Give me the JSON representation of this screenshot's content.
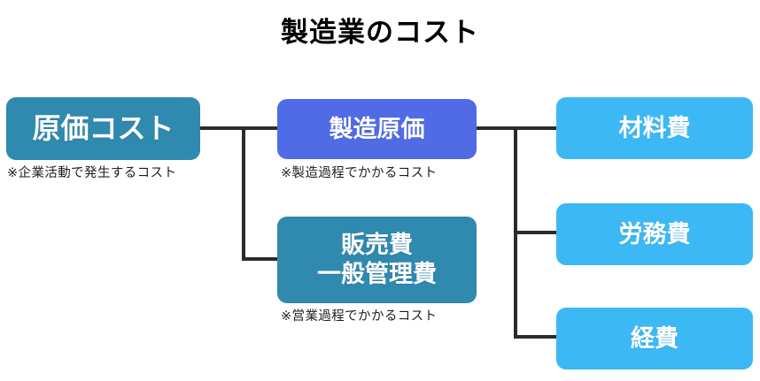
{
  "title": "製造業のコスト",
  "colors": {
    "teal": "#3089ae",
    "royal_blue": "#4f6be6",
    "light_blue": "#3cb9f5",
    "line": "#2b2b2b",
    "title_text": "#000000",
    "caption_text": "#1d1d1d",
    "box_text": "#ffffff",
    "background": "#ffffff"
  },
  "nodes": {
    "root": {
      "label": "原価コスト",
      "caption": "※企業活動で発生するコスト",
      "color": "#3089ae"
    },
    "manufacturing_cost": {
      "label": "製造原価",
      "caption": "※製造過程でかかるコスト",
      "color": "#4f6be6"
    },
    "sga_cost": {
      "label_line1": "販売費",
      "label_line2": "一般管理費",
      "caption": "※営業過程でかかるコスト",
      "color": "#3089ae"
    },
    "material_cost": {
      "label": "材料費",
      "color": "#3cb9f5"
    },
    "labor_cost": {
      "label": "労務費",
      "color": "#3cb9f5"
    },
    "expense_cost": {
      "label": "経費",
      "color": "#3cb9f5"
    }
  },
  "chart_data": {
    "type": "diagram",
    "title": "製造業のコスト",
    "layout": "horizontal-tree",
    "levels": 3,
    "nodes": [
      {
        "id": "root",
        "level": 1,
        "label": "原価コスト",
        "note": "※企業活動で発生するコスト",
        "color": "#3089ae"
      },
      {
        "id": "manufacturing_cost",
        "level": 2,
        "label": "製造原価",
        "note": "※製造過程でかかるコスト",
        "color": "#4f6be6"
      },
      {
        "id": "sga_cost",
        "level": 2,
        "label": "販売費 一般管理費",
        "note": "※営業過程でかかるコスト",
        "color": "#3089ae"
      },
      {
        "id": "material_cost",
        "level": 3,
        "label": "材料費",
        "note": "",
        "color": "#3cb9f5"
      },
      {
        "id": "labor_cost",
        "level": 3,
        "label": "労務費",
        "note": "",
        "color": "#3cb9f5"
      },
      {
        "id": "expense_cost",
        "level": 3,
        "label": "経費",
        "note": "",
        "color": "#3cb9f5"
      }
    ],
    "edges": [
      {
        "from": "root",
        "to": "manufacturing_cost"
      },
      {
        "from": "root",
        "to": "sga_cost"
      },
      {
        "from": "manufacturing_cost",
        "to": "material_cost"
      },
      {
        "from": "manufacturing_cost",
        "to": "labor_cost"
      },
      {
        "from": "manufacturing_cost",
        "to": "expense_cost"
      }
    ]
  }
}
